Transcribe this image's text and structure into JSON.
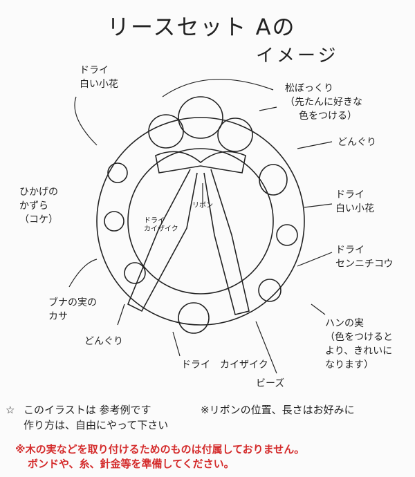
{
  "title": "リースセット Aの",
  "subtitle": "イメージ",
  "labels": {
    "dry_white_flower_top": [
      "ドライ",
      "白い小花"
    ],
    "pinecone": [
      "松ぼっくり",
      "（先たんに好きな",
      "色をつける）"
    ],
    "acorn_right": "どんぐり",
    "dry_white_flower_right": [
      "ドライ",
      "白い小花"
    ],
    "club_moss": [
      "ひかげの",
      "かずら",
      "（コケ）"
    ],
    "ribbon": "リボン",
    "kaizaiku_small": [
      "ドライ",
      "カイザイク"
    ],
    "gomphrena": [
      "ドライ",
      "センニチコウ"
    ],
    "beech_husk": [
      "ブナの実の",
      "カサ"
    ],
    "alder_cone": [
      "ハンの実",
      "（色をつけると",
      "より、きれいに",
      "なります）"
    ],
    "acorn_left": "どんぐり",
    "kaizaiku_bottom": "ドライ　カイザイク",
    "beads": "ビーズ"
  },
  "notes": {
    "star": "☆",
    "line1": "このイラストは 参考例です",
    "line2": "作り方は、自由にやって下さい",
    "ribbon_note": "※リボンの位置、長さはお好みに"
  },
  "warning": {
    "line1": "※木の実などを取り付けるためのものは付属しておりません。",
    "line2": "ボンドや、糸、針金等を準備してください。"
  }
}
